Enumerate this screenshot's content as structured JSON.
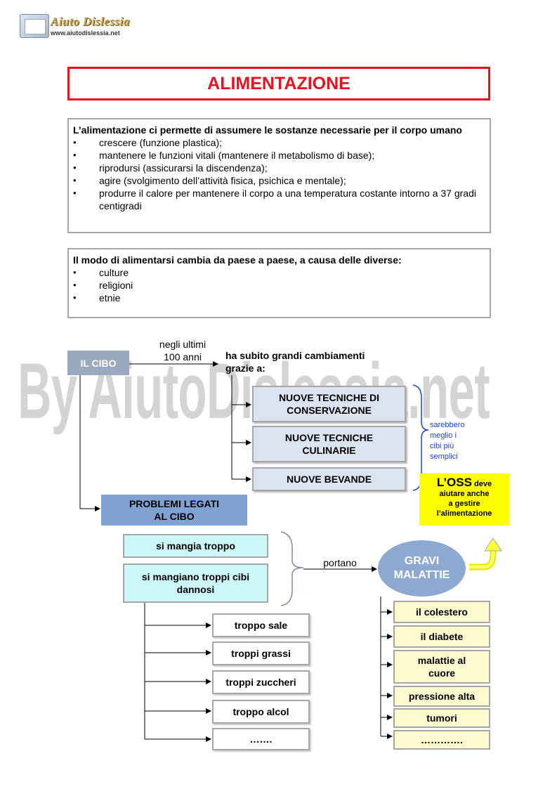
{
  "header": {
    "logo_title": "Aiuto Dislessia",
    "logo_url": "www.aiutodislessia.net"
  },
  "title": "ALIMENTAZIONE",
  "box1": {
    "lead": "L’alimentazione ci permette di assumere le sostanze necessarie per il corpo umano",
    "items": [
      "crescere (funzione plastica);",
      "mantenere le funzioni vitali (mantenere il metabolismo di base);",
      "riprodursi (assicurarsi la discendenza);",
      "agire (svolgimento dell’attività fisica, psichica e mentale);",
      "produrre il calore per mantenere il corpo a una temperatura costante intorno a 37 gradi centigradi"
    ]
  },
  "box2": {
    "lead": "Il modo di alimentarsi cambia da paese a paese, a causa delle diverse:",
    "items": [
      "culture",
      "religioni",
      "etnie"
    ]
  },
  "watermark": "By AiutoDislessia.net",
  "diagram": {
    "cibo": "IL CIBO",
    "arrow_label_1": "negli ultimi",
    "arrow_label_2": "100 anni",
    "changes_1": "ha subito grandi cambiamenti",
    "changes_2": "grazie a:",
    "tech": [
      "NUOVE TECNICHE DI CONSERVAZIONE",
      "NUOVE TECNICHE CULINARIE",
      "NUOVE BEVANDE"
    ],
    "note": [
      "sarebbero",
      "meglio i",
      "cibi più",
      "semplici"
    ],
    "oss_big": "L’OSS",
    "oss_1": "deve",
    "oss_2": "aiutare anche",
    "oss_3": "a gestire",
    "oss_4": "l’alimentazione",
    "problemi_1": "PROBLEMI LEGATI",
    "problemi_2": "AL CIBO",
    "causes": [
      "si mangia troppo",
      "si mangiano troppi cibi dannosi"
    ],
    "portano": "portano",
    "gravi_1": "GRAVI",
    "gravi_2": "MALATTIE",
    "excess": [
      "troppo sale",
      "troppi grassi",
      "troppi zuccheri",
      "troppo alcol",
      "……."
    ],
    "diseases": [
      "il colestero",
      "il diabete",
      "malattie al cuore",
      "pressione alta",
      "tumori",
      "…………."
    ]
  },
  "colors": {
    "title_red": "#e8121c",
    "cibo_box": "#9aa9bd",
    "problemi_box": "#7fa2d2",
    "tech_box": "#dbe5f1",
    "cause_box": "#ccf8f8",
    "disease_box": "#fdfad0",
    "oss_box": "#ffff00",
    "note_blue": "#1f3fdf"
  }
}
